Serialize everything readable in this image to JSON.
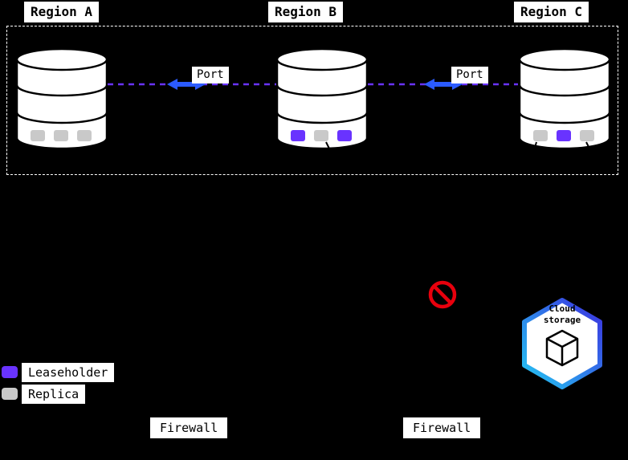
{
  "colors": {
    "background": "#000000",
    "leaseholder": "#6933ff",
    "replica": "#c9c9c9",
    "connection": "#6933ff",
    "arrow": "#2b5bff",
    "prohibited": "#e8000d",
    "hex_gradient_start": "#24c8f2",
    "hex_gradient_end": "#3c2fe0"
  },
  "regions": [
    {
      "label": "Region A",
      "replicas": [
        "replica",
        "replica",
        "replica"
      ]
    },
    {
      "label": "Region B",
      "replicas": [
        "leaseholder",
        "replica",
        "leaseholder"
      ]
    },
    {
      "label": "Region C",
      "replicas": [
        "replica",
        "leaseholder",
        "replica"
      ]
    }
  ],
  "connections": [
    {
      "label": "Port"
    },
    {
      "label": "Port"
    }
  ],
  "legend": {
    "items": [
      {
        "swatch": "leaseholder",
        "label": "Leaseholder"
      },
      {
        "swatch": "replica",
        "label": "Replica"
      }
    ]
  },
  "firewalls": [
    {
      "label": "Firewall"
    },
    {
      "label": "Firewall"
    }
  ],
  "cloud_storage": {
    "label": "Cloud storage"
  },
  "icons": {
    "database": "db-cylinder-stack",
    "port_arrow": "double-headed-horizontal-arrow",
    "prohibited": "no-entry-circle-slash",
    "cloud_storage": "3d-cube-outline-in-gradient-hexagon",
    "leaseholder_swatch": "purple-rounded-square",
    "replica_swatch": "gray-rounded-square"
  }
}
